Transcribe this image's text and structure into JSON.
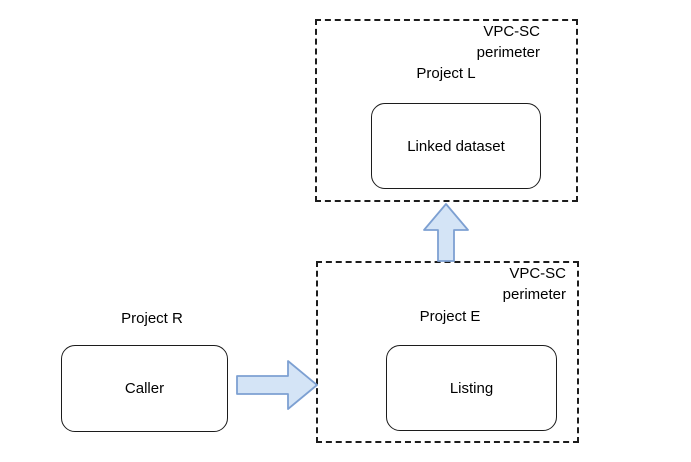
{
  "colors": {
    "canvas-bg": "#ffffff",
    "text": "#000000",
    "perimeter-border": "#1c1c1c",
    "node-border": "#1c1c1c",
    "node-bg": "#ffffff",
    "arrow-fill": "#d4e4f6",
    "arrow-stroke": "#7da0d2"
  },
  "perimeter_top": {
    "line1": "VPC-SC",
    "line2": "perimeter",
    "project_label": "Project L",
    "node_label": "Linked dataset"
  },
  "perimeter_bottom": {
    "line1": "VPC-SC",
    "line2": "perimeter",
    "project_label": "Project E",
    "node_label": "Listing"
  },
  "outside": {
    "project_label": "Project R",
    "node_label": "Caller"
  },
  "connections": [
    {
      "from": "Caller",
      "to": "Listing"
    },
    {
      "from": "Listing",
      "to": "Linked dataset"
    }
  ]
}
